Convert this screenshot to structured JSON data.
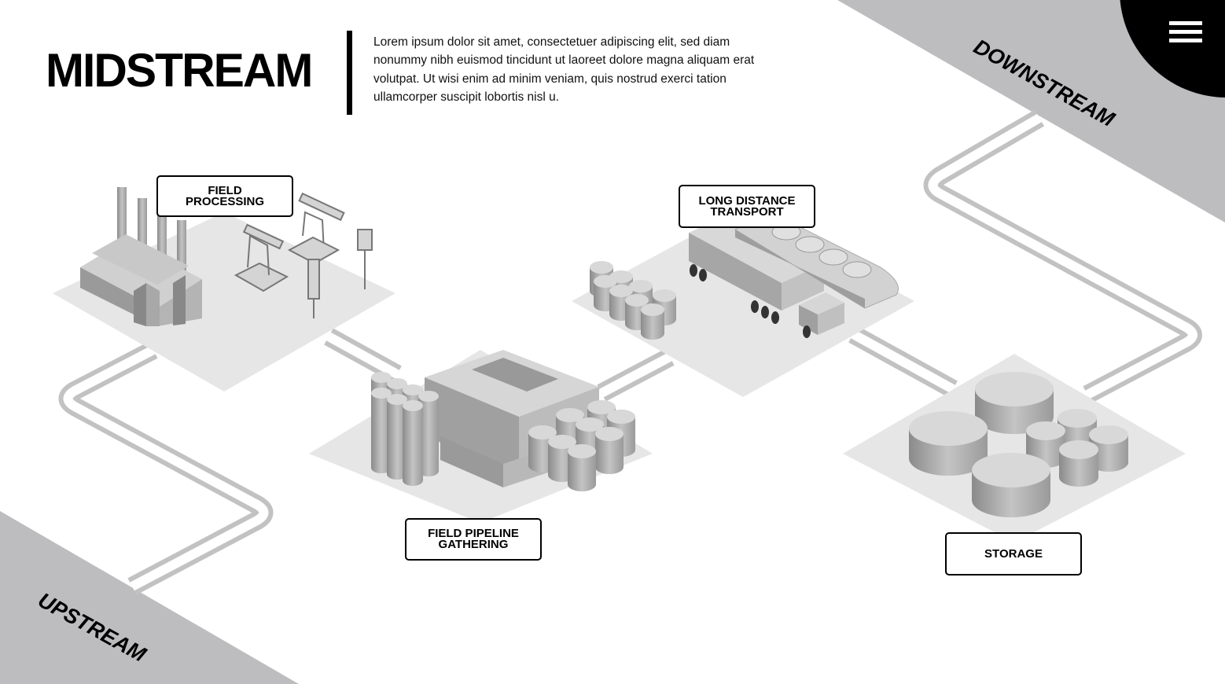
{
  "header": {
    "title": "MIDSTREAM",
    "description": "Lorem ipsum dolor sit amet, consectetuer adipiscing elit, sed diam nonummy nibh euismod tincidunt ut laoreet dolore magna aliquam erat volutpat. Ut wisi enim ad minim veniam, quis nostrud exerci tation ullamcorper suscipit lobortis nisl u."
  },
  "stages": {
    "upstream": "UPSTREAM",
    "downstream": "DOWNSTREAM"
  },
  "steps": {
    "field_processing": "FIELD PROCESSING",
    "field_pipeline_gathering": "FIELD PIPELINE GATHERING",
    "long_distance_transport": "LONG DISTANCE TRANSPORT",
    "storage": "STORAGE"
  },
  "menu": {
    "icon": "hamburger-menu-icon"
  },
  "colors": {
    "background": "#ffffff",
    "stage_band": "#bdbdbf",
    "platform": "#e6e6e6",
    "pipeline": "#c2c2c2",
    "accent": "#000000"
  }
}
